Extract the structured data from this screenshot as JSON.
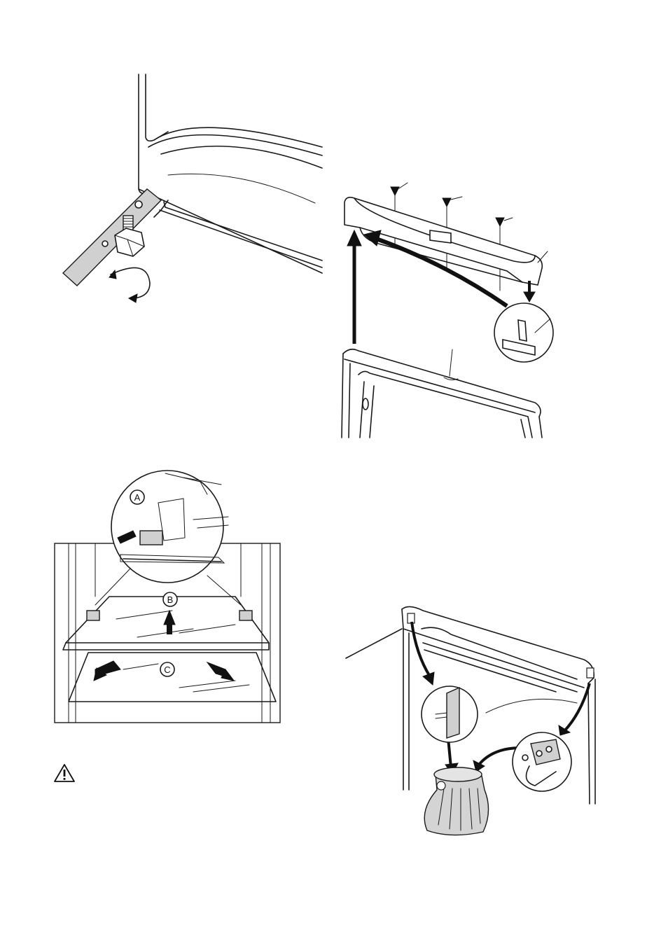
{
  "figures": {
    "shelf_removal": {
      "callouts": {
        "a": "A",
        "b": "B",
        "c": "C"
      }
    }
  },
  "icons": {
    "figure1": "adjustable-foot-illustration",
    "figure2": "door-top-cover-illustration",
    "figure3": "shelf-removal-illustration",
    "figure4": "fitting-bag-illustration",
    "warning": "warning-triangle-icon"
  }
}
